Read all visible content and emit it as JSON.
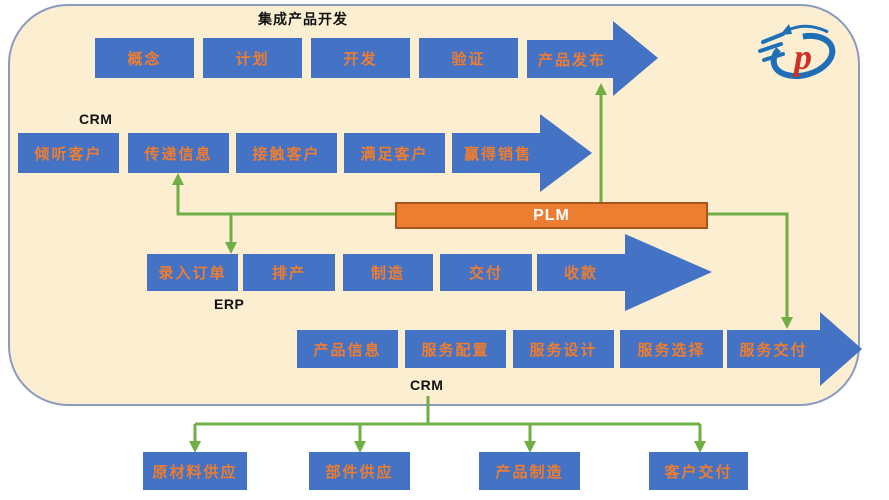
{
  "palette": {
    "box_blue": "#4472C4",
    "text_orange": "#ED7D31",
    "plm_fill": "#ED7D31",
    "plm_border": "#A6561C",
    "connector_green": "#6FAF46",
    "panel_fill": "#FBEED1",
    "panel_border": "#8A9BBE",
    "logo_blue": "#1E6FB8",
    "logo_red": "#CE2F26"
  },
  "ipd": {
    "title": "集成产品开发",
    "boxes": [
      "概念",
      "计划",
      "开发",
      "验证"
    ],
    "arrow": "产品发布"
  },
  "crm_top": {
    "label": "CRM",
    "boxes": [
      "倾听客户",
      "传递信息",
      "接触客户",
      "满足客户"
    ],
    "arrow": "赢得销售"
  },
  "plm": {
    "label": "PLM"
  },
  "erp": {
    "label": "ERP",
    "boxes": [
      "录入订单",
      "排产",
      "制造",
      "交付"
    ],
    "arrow": "收款"
  },
  "crm_bottom": {
    "label": "CRM",
    "boxes": [
      "产品信息",
      "服务配置",
      "服务设计",
      "服务选择"
    ],
    "arrow": "服务交付"
  },
  "supply_chain": {
    "boxes": [
      "原材料供应",
      "部件供应",
      "产品制造",
      "客户交付"
    ]
  },
  "logo": {
    "glyph": "p"
  }
}
